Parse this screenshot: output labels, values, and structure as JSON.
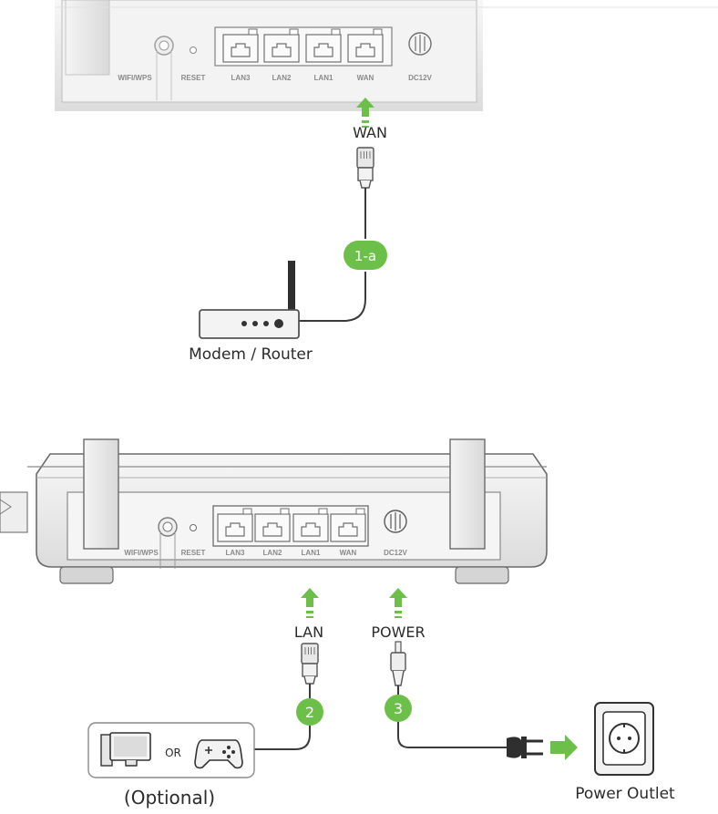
{
  "router_top": {
    "port_labels": [
      "WIFI/WPS",
      "RESET",
      "LAN3",
      "LAN2",
      "LAN1",
      "WAN",
      "DC12V"
    ]
  },
  "router_bottom": {
    "port_labels": [
      "WIFI/WPS",
      "RESET",
      "LAN3",
      "LAN2",
      "LAN1",
      "WAN",
      "DC12V"
    ]
  },
  "connections": {
    "wan": {
      "label": "WAN",
      "step": "1-a"
    },
    "lan": {
      "label": "LAN",
      "step": "2"
    },
    "power": {
      "label": "POWER",
      "step": "3"
    }
  },
  "devices": {
    "modem": {
      "label": "Modem / Router"
    },
    "optional": {
      "or_text": "OR",
      "label": "(Optional)"
    },
    "outlet": {
      "label": "Power Outlet"
    }
  },
  "colors": {
    "accent_green": "#6cc04a",
    "cable": "#3a3a3a",
    "device_body": "#f2f2f2",
    "device_outline": "#555555"
  },
  "icons": [
    "arrow-up-icon",
    "ethernet-plug-icon",
    "power-plug-icon",
    "ac-plug-icon",
    "computer-icon",
    "gamepad-icon",
    "wall-outlet-icon",
    "modem-icon"
  ]
}
